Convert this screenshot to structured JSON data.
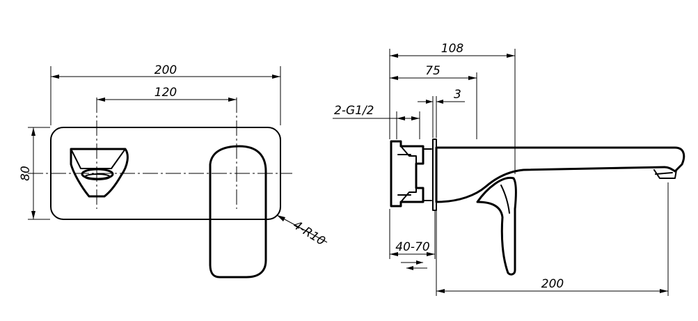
{
  "front_view": {
    "overall_width": "200",
    "centers": "120",
    "height": "80",
    "corner_radius": "4-R10"
  },
  "side_view": {
    "overall_depth": "108",
    "to_wall_plate": "75",
    "plate_thickness": "3",
    "thread": "2-G1/2",
    "wall_depth": "40-70",
    "spout_length": "200"
  }
}
